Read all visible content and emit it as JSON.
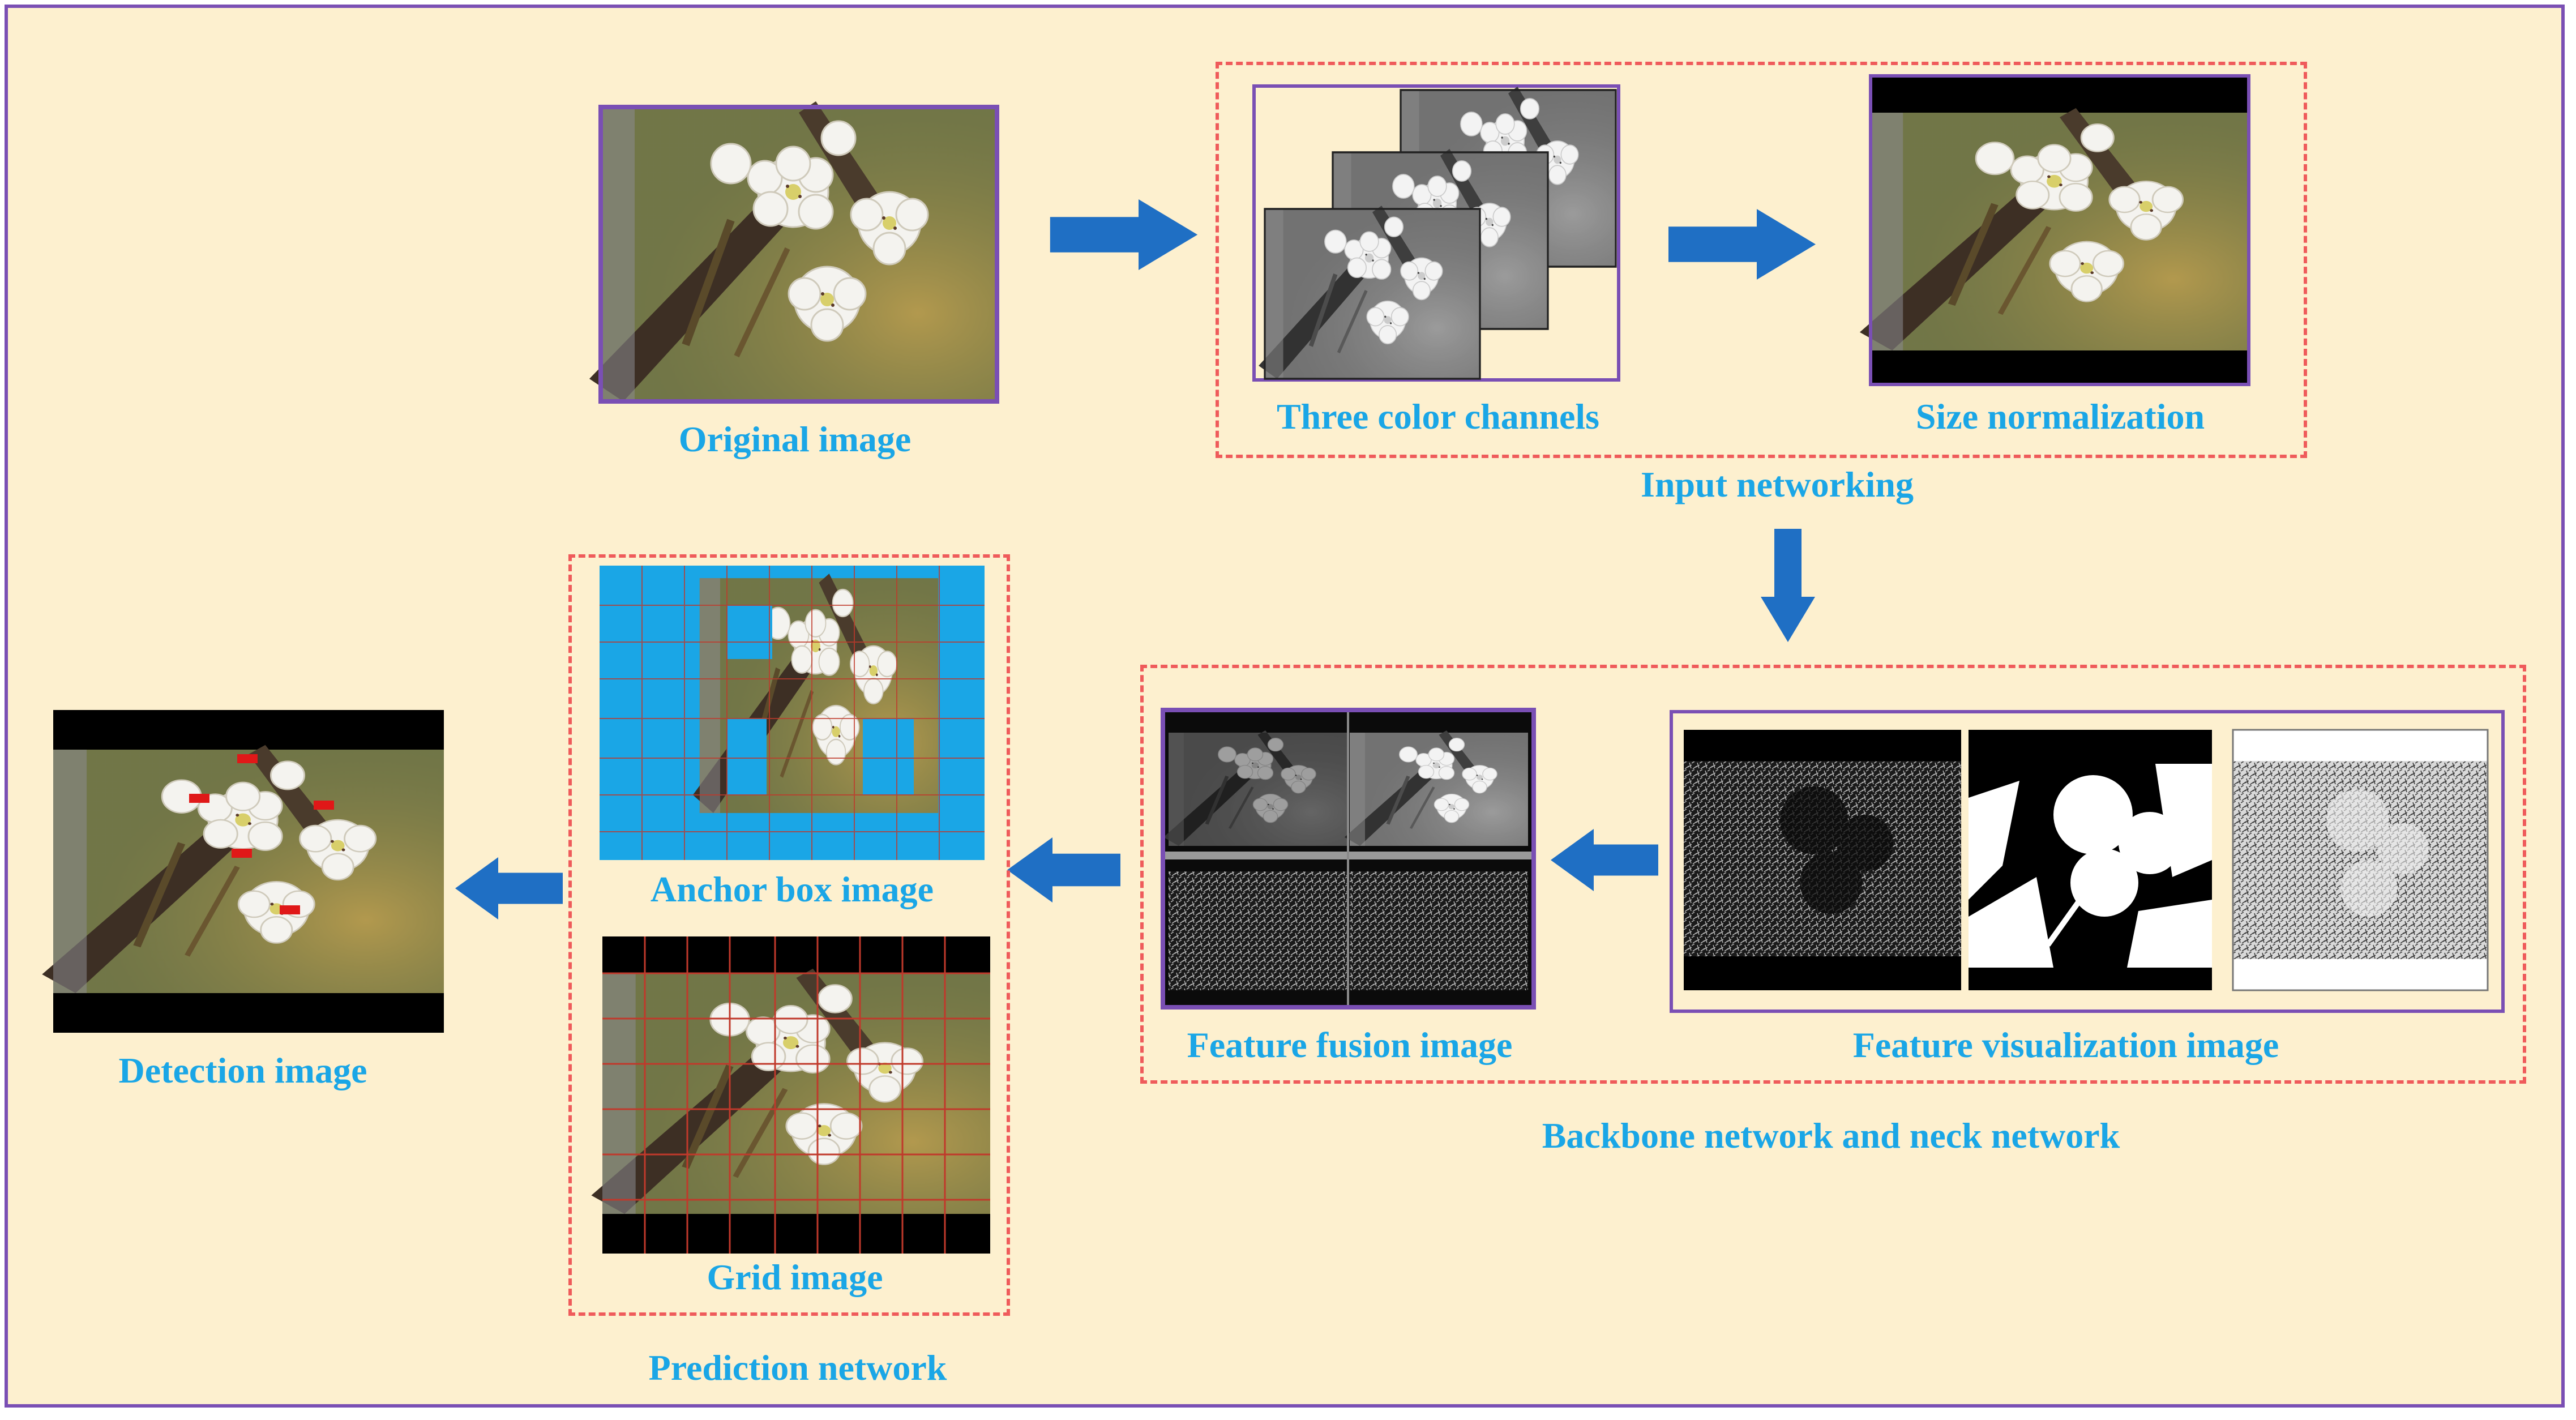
{
  "labels": {
    "original": "Original image",
    "channels": "Three color channels",
    "size_norm": "Size normalization",
    "input_net": "Input networking",
    "feature_fusion": "Feature  fusion image",
    "feature_vis": "Feature visualization image",
    "backbone": "Backbone network and neck network",
    "anchor": "Anchor box image",
    "grid": "Grid image",
    "prediction": "Prediction network",
    "detection": "Detection image"
  },
  "colors": {
    "background": "#fdf0cf",
    "border": "#7a4fb4",
    "label": "#1aa6e6",
    "arrow": "#1f6fc4",
    "dashed": "#ef5b5b",
    "anchor_cells": "#1aa6e6",
    "grid_lines": "#b81e1e"
  },
  "icons": {
    "arrow_right": "arrow-right-icon",
    "arrow_down": "arrow-down-icon",
    "arrow_left": "arrow-left-icon"
  }
}
